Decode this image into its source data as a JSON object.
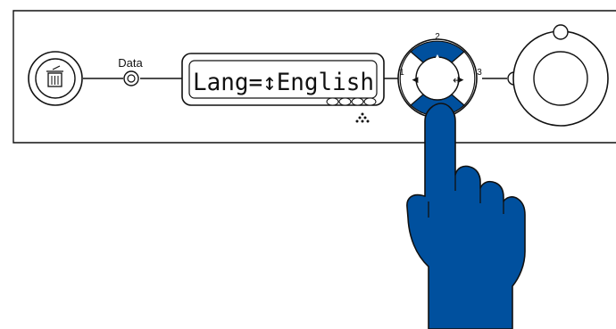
{
  "panel": {
    "data_label": "Data",
    "lcd_text": "Lang=↕English",
    "lcd_segments": 4,
    "button_numbers": {
      "up": "2",
      "left": "1",
      "right": "3"
    },
    "arrows": {
      "up": "▲",
      "left": "◀",
      "right": "▶",
      "enter": "↵"
    }
  },
  "icons": {
    "cancel_button": "trash-icon",
    "data_light": "data-led-icon",
    "pointer": "pointing-hand-icon",
    "dial": "power-dial-icon"
  },
  "colors": {
    "accent_blue": "#00509e",
    "line": "#111111",
    "background": "#ffffff"
  }
}
